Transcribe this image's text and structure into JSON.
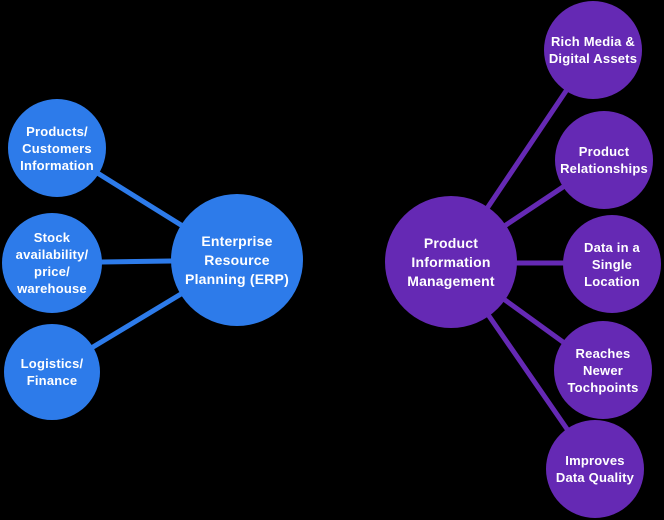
{
  "diagram": {
    "background_color": "#000000",
    "text_color": "#FFFFFF",
    "erp_cluster": {
      "accent_color": "#2D7BEA",
      "hub": {
        "label": "Enterprise\nResource\nPlanning (ERP)"
      },
      "spokes": [
        {
          "label": "Products/\nCustomers\nInformation"
        },
        {
          "label": "Stock\navailability/\nprice/\nwarehouse"
        },
        {
          "label": "Logistics/\nFinance"
        }
      ]
    },
    "pim_cluster": {
      "accent_color": "#6529B4",
      "hub": {
        "label": "Product\nInformation\nManagement"
      },
      "spokes": [
        {
          "label": "Rich Media &\nDigital Assets"
        },
        {
          "label": "Product\nRelationships"
        },
        {
          "label": "Data in a\nSingle\nLocation"
        },
        {
          "label": "Reaches\nNewer\nTochpoints"
        },
        {
          "label": "Improves\nData Quality"
        }
      ]
    }
  }
}
